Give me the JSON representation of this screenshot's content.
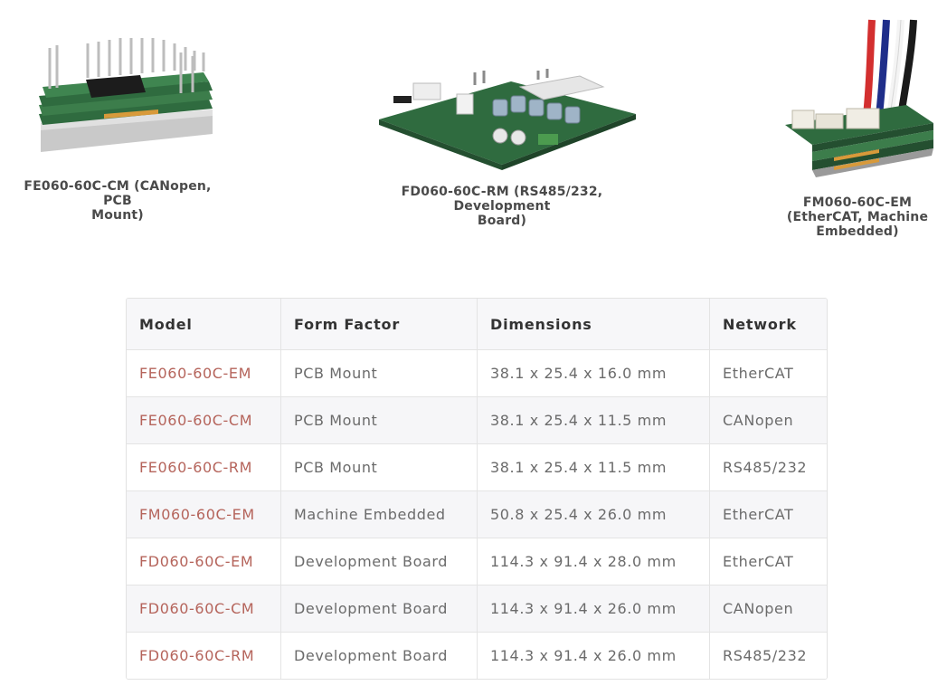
{
  "gallery": [
    {
      "id": "p1",
      "caption_lines": [
        "FE060-60C-CM (CANopen, PCB",
        "Mount)"
      ]
    },
    {
      "id": "p2",
      "caption_lines": [
        "FD060-60C-RM (RS485/232, Development",
        "Board)"
      ]
    },
    {
      "id": "p3",
      "caption_lines": [
        "FM060-60C-EM",
        "(EtherCAT, Machine",
        "Embedded)"
      ]
    }
  ],
  "table": {
    "headers": {
      "model": "Model",
      "form_factor": "Form Factor",
      "dimensions": "Dimensions",
      "network": "Network"
    },
    "rows": [
      {
        "model": "FE060-60C-EM",
        "form_factor": "PCB Mount",
        "dimensions": "38.1 x 25.4 x 16.0 mm",
        "network": "EtherCAT"
      },
      {
        "model": "FE060-60C-CM",
        "form_factor": "PCB Mount",
        "dimensions": "38.1 x 25.4 x 11.5 mm",
        "network": "CANopen"
      },
      {
        "model": "FE060-60C-RM",
        "form_factor": "PCB Mount",
        "dimensions": "38.1 x 25.4 x 11.5 mm",
        "network": "RS485/232"
      },
      {
        "model": "FM060-60C-EM",
        "form_factor": "Machine Embedded",
        "dimensions": "50.8 x 25.4 x 26.0 mm",
        "network": "EtherCAT"
      },
      {
        "model": "FD060-60C-EM",
        "form_factor": "Development Board",
        "dimensions": "114.3 x 91.4 x 28.0 mm",
        "network": "EtherCAT"
      },
      {
        "model": "FD060-60C-CM",
        "form_factor": "Development Board",
        "dimensions": "114.3 x 91.4 x 26.0 mm",
        "network": "CANopen"
      },
      {
        "model": "FD060-60C-RM",
        "form_factor": "Development Board",
        "dimensions": "114.3 x 91.4 x 26.0 mm",
        "network": "RS485/232"
      }
    ]
  },
  "colors": {
    "link": "#b5645b",
    "header_bg": "#f7f7f9",
    "stripe_bg": "#f6f6f8",
    "pcb_green": "#2f6b3f"
  }
}
